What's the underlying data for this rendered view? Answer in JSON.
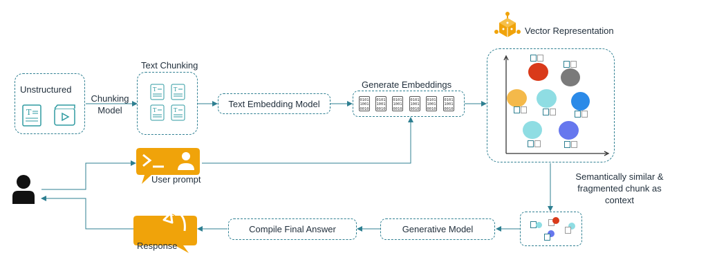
{
  "diagram": {
    "unstructured": "Unstructured",
    "chunking_model": [
      "Chunking",
      "Model"
    ],
    "text_chunking": "Text Chunking",
    "text_embedding_model": "Text Embedding Model",
    "generate_embeddings": "Generate Embeddings",
    "binary_lines": [
      "0101",
      "1001",
      "0010"
    ],
    "vector_representation": "Vector Representation",
    "semantic_context": [
      "Semantically similar &",
      "fragmented chunk as",
      "context"
    ],
    "user_prompt": "User prompt",
    "response": "Response",
    "compile_final_answer": "Compile Final Answer",
    "generative_model": "Generative Model",
    "doc_glyph": "T"
  },
  "colors": {
    "accent": "#f0a30a",
    "line": "#2e7f91",
    "red": "#d93a1a",
    "gray": "#7a7a7a",
    "orange": "#f4b94a",
    "cyan": "#8fdde3",
    "blue": "#2b8ae8",
    "purple": "#6677ee"
  }
}
